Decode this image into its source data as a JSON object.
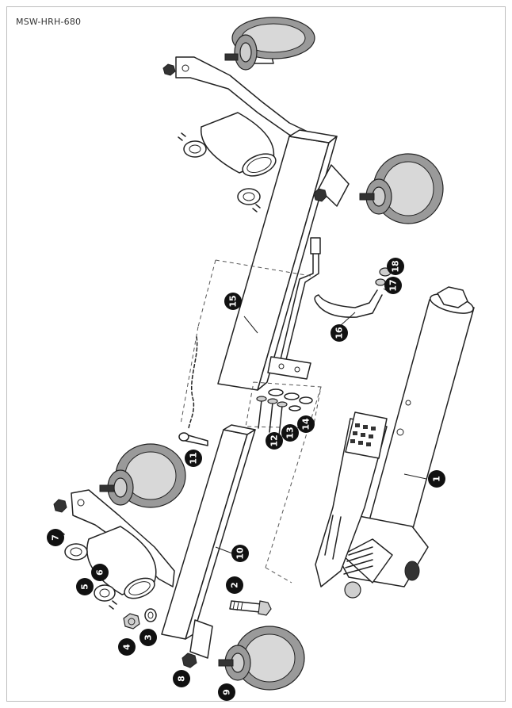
{
  "header": {
    "model_code": "MSW-HRH-680"
  },
  "callouts": [
    {
      "id": "1",
      "label": "1"
    },
    {
      "id": "2",
      "label": "2"
    },
    {
      "id": "3",
      "label": "3"
    },
    {
      "id": "4",
      "label": "4"
    },
    {
      "id": "5",
      "label": "5"
    },
    {
      "id": "6",
      "label": "6"
    },
    {
      "id": "7",
      "label": "7"
    },
    {
      "id": "8",
      "label": "8"
    },
    {
      "id": "9",
      "label": "9"
    },
    {
      "id": "10",
      "label": "10"
    },
    {
      "id": "11",
      "label": "11"
    },
    {
      "id": "12",
      "label": "12"
    },
    {
      "id": "13",
      "label": "13"
    },
    {
      "id": "14",
      "label": "14"
    },
    {
      "id": "15",
      "label": "15"
    },
    {
      "id": "16",
      "label": "16"
    },
    {
      "id": "17",
      "label": "17"
    },
    {
      "id": "18",
      "label": "18"
    }
  ],
  "colors": {
    "line": "#222222",
    "callout": "#111111",
    "tire": "#9a9a9a",
    "frame": "#bdbdbd"
  }
}
